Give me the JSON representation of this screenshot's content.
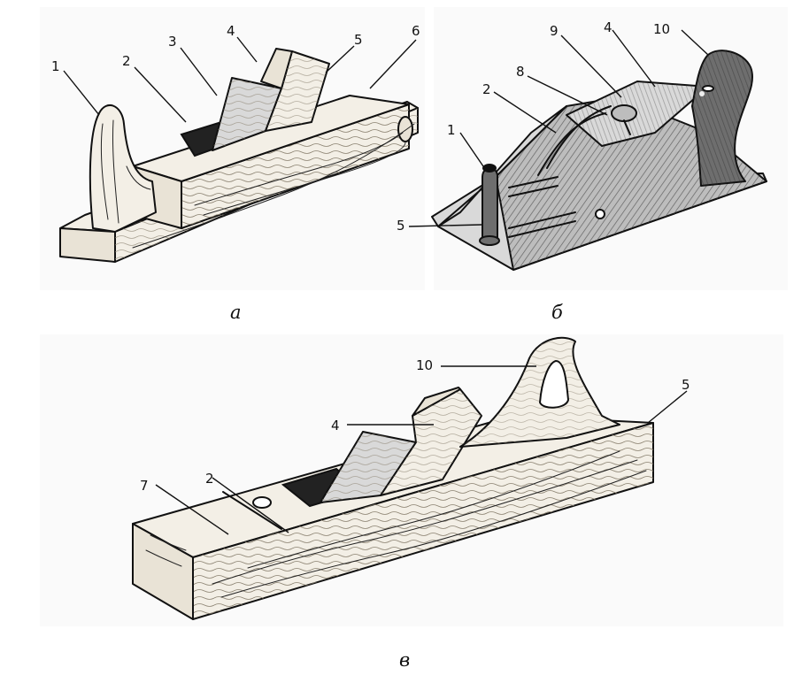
{
  "panels": [
    {
      "id": "a",
      "caption": "а",
      "labels": [
        "1",
        "2",
        "3",
        "4",
        "5",
        "6"
      ]
    },
    {
      "id": "b",
      "caption": "б",
      "labels": [
        "1",
        "2",
        "8",
        "9",
        "4",
        "10",
        "5"
      ]
    },
    {
      "id": "v",
      "caption": "в",
      "labels": [
        "10",
        "5",
        "4",
        "7",
        "2"
      ]
    }
  ]
}
